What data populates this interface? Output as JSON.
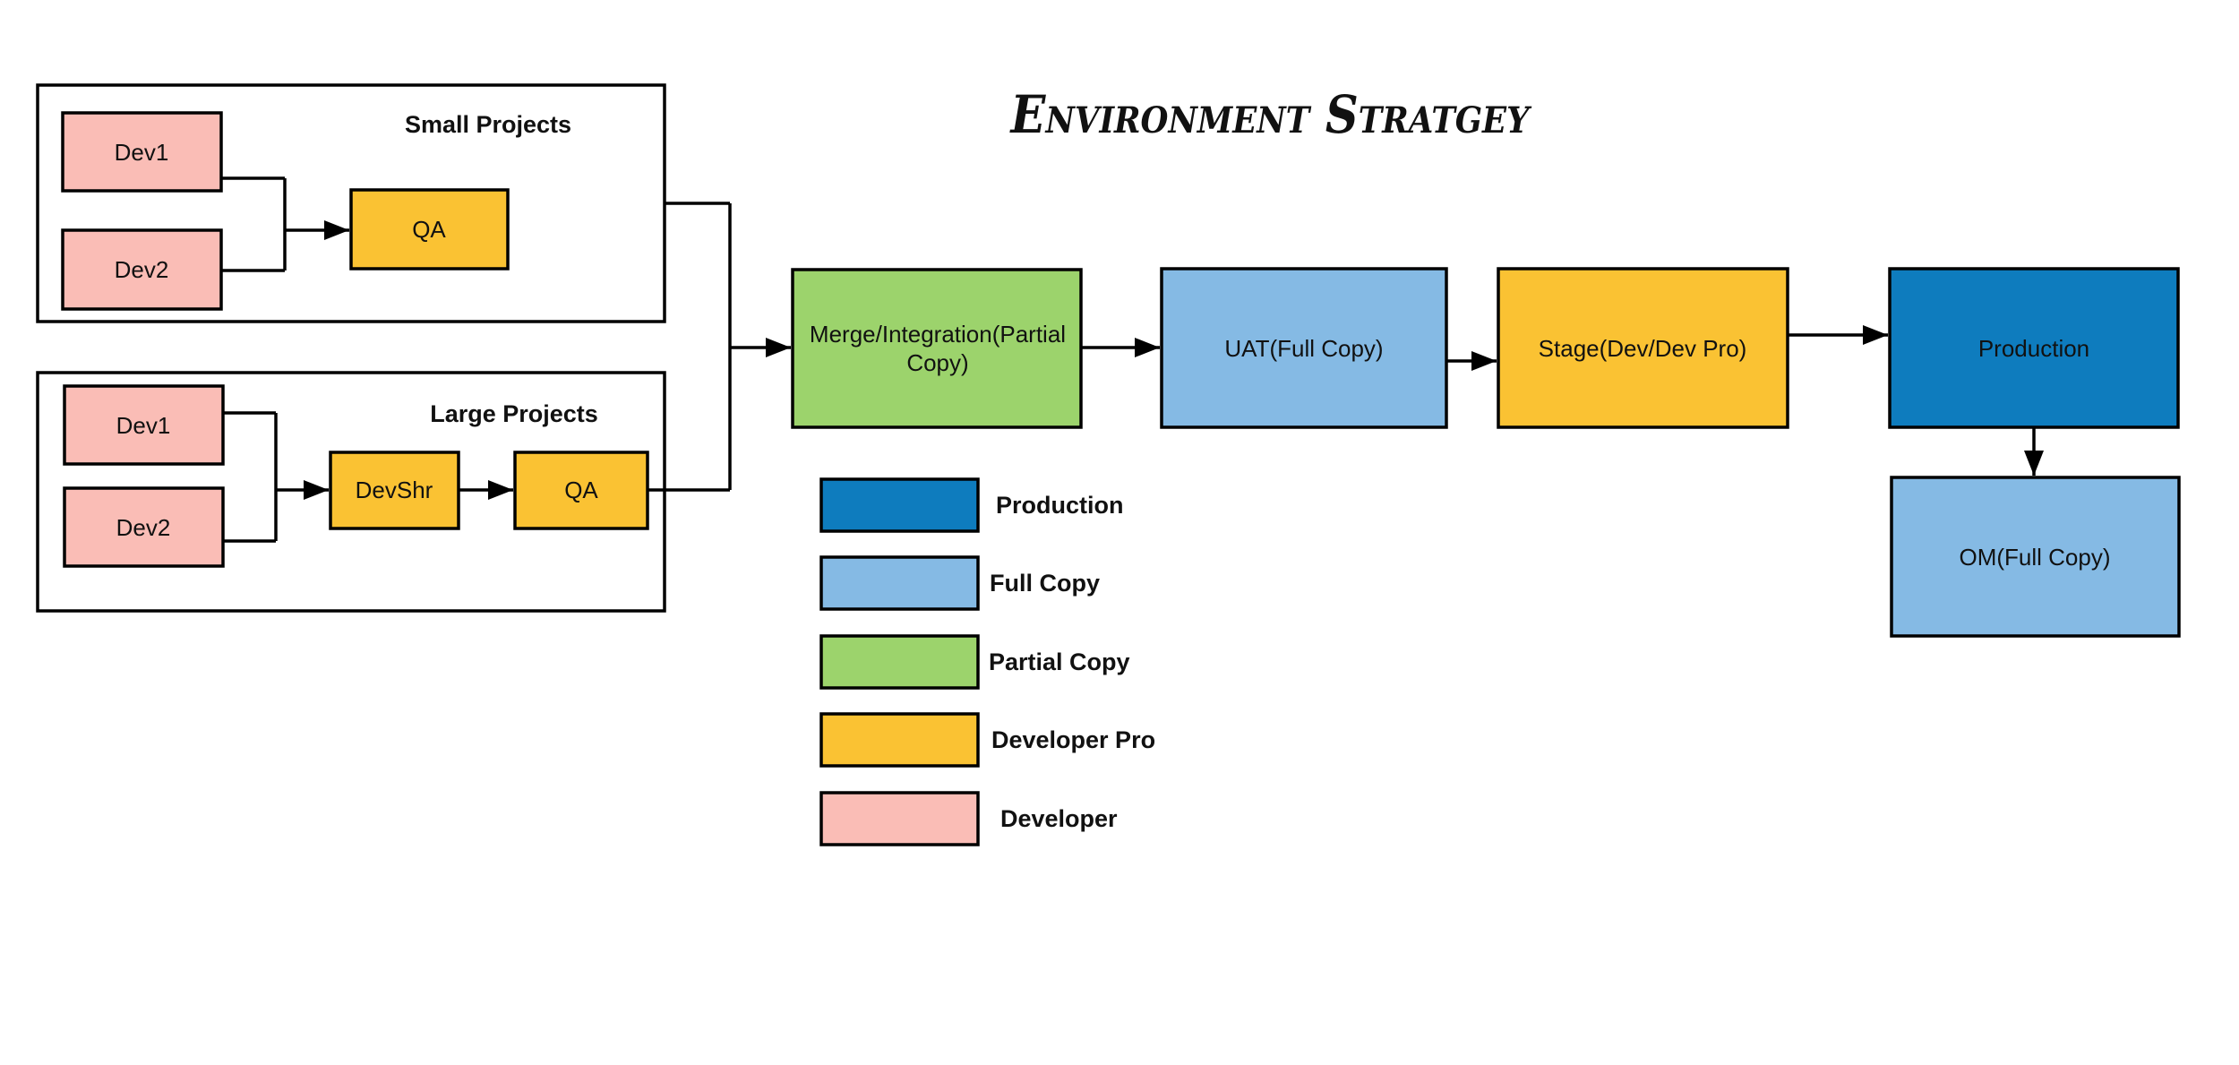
{
  "title": "Environment Stratgey",
  "colors": {
    "production": "#0E7CBE",
    "full_copy": "#85BAE4",
    "partial_copy": "#9CD36C",
    "developer_pro": "#FAC233",
    "developer": "#FABDB6",
    "stroke": "#000000",
    "background": "#FFFFFF"
  },
  "groups": {
    "small_projects": {
      "title": "Small Projects",
      "dev1": "Dev1",
      "dev2": "Dev2",
      "qa": "QA"
    },
    "large_projects": {
      "title": "Large Projects",
      "dev1": "Dev1",
      "dev2": "Dev2",
      "devshr": "DevShr",
      "qa": "QA"
    }
  },
  "pipeline": {
    "merge": {
      "label": "Merge/Integration(Partial Copy)",
      "line1": "Merge/Integration(Partial",
      "line2": "Copy)"
    },
    "uat": "UAT(Full Copy)",
    "stage": "Stage(Dev/Dev Pro)",
    "production": "Production",
    "om": "OM(Full Copy)"
  },
  "legend": {
    "items": [
      {
        "label": "Production",
        "color": "#0E7CBE"
      },
      {
        "label": "Full Copy",
        "color": "#85BAE4"
      },
      {
        "label": "Partial Copy",
        "color": "#9CD36C"
      },
      {
        "label": "Developer Pro",
        "color": "#FAC233"
      },
      {
        "label": "Developer",
        "color": "#FABDB6"
      }
    ]
  }
}
